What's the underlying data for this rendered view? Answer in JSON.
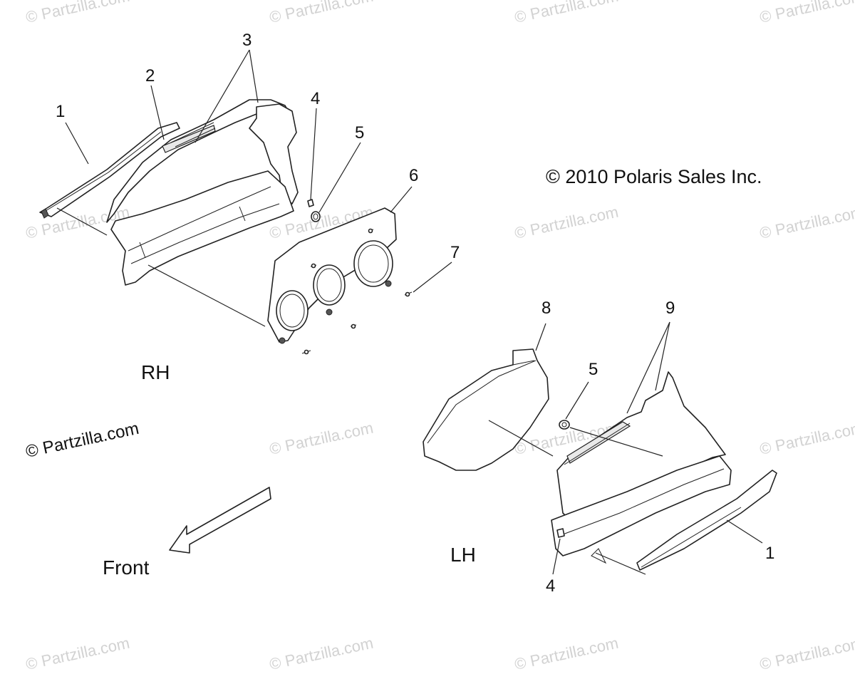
{
  "copyright": "© 2010 Polaris Sales Inc.",
  "watermark_text": "© Partzilla.com",
  "prominent_watermark": "© Partzilla.com",
  "side_labels": {
    "rh": "RH",
    "lh": "LH"
  },
  "direction_label": "Front",
  "callouts": {
    "rh_1": "1",
    "rh_2": "2",
    "rh_3": "3",
    "rh_4": "4",
    "rh_5": "5",
    "rh_6": "6",
    "rh_7": "7",
    "lh_8": "8",
    "lh_9": "9",
    "lh_5": "5",
    "lh_1": "1",
    "lh_4": "4"
  },
  "colors": {
    "line": "#222222",
    "watermark": "#d2d2d2",
    "background": "#ffffff"
  }
}
